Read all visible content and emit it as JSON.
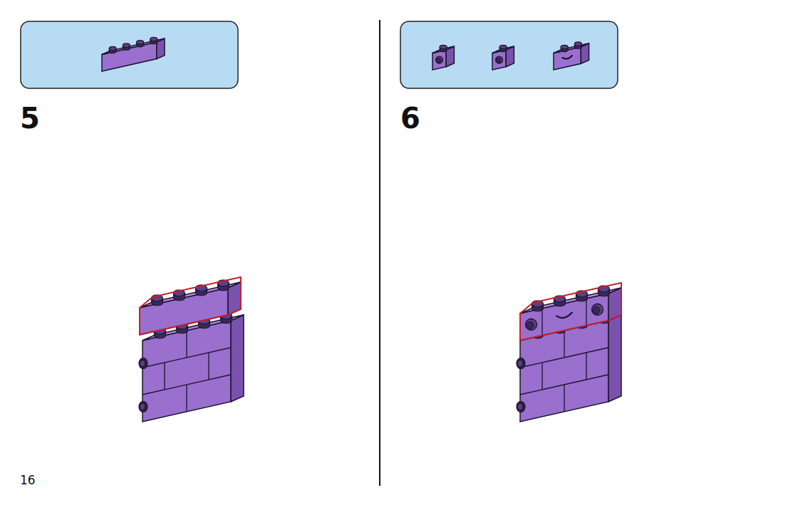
{
  "diagram": {
    "labels": [
      "5",
      "6",
      "16"
    ]
  }
}
